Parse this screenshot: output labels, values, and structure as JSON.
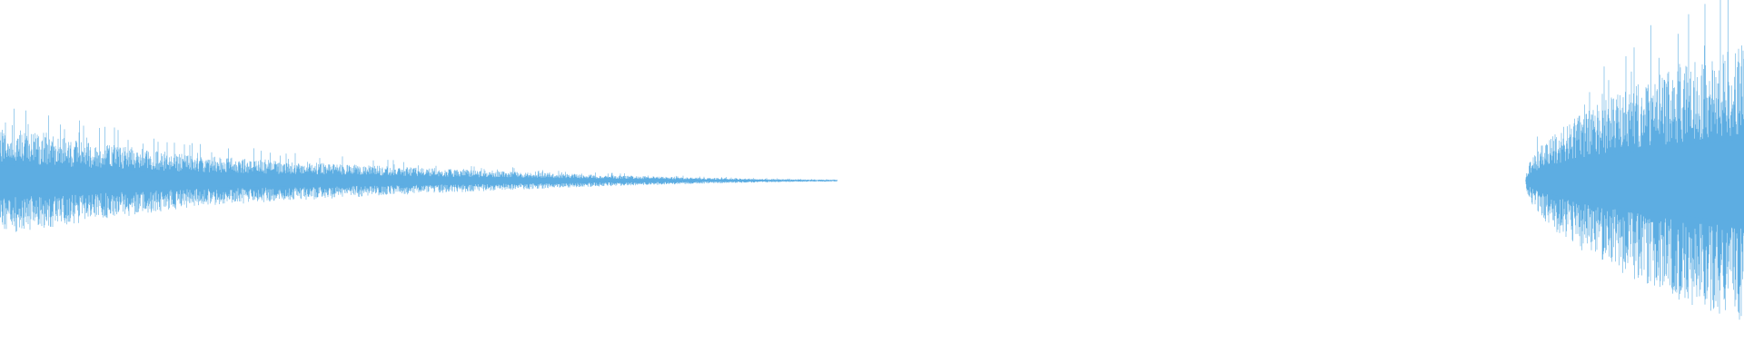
{
  "waveform": {
    "color": "#5dade2",
    "background": "#ffffff",
    "segments": [
      {
        "name": "decaying-segment",
        "start_fraction": 0.0,
        "end_fraction": 0.48,
        "envelope_start": 0.27,
        "envelope_mid": 0.12,
        "envelope_end": 0.005
      },
      {
        "name": "rising-segment",
        "start_fraction": 0.875,
        "end_fraction": 1.0,
        "envelope_start": 0.02,
        "envelope_end": 0.72
      }
    ]
  }
}
